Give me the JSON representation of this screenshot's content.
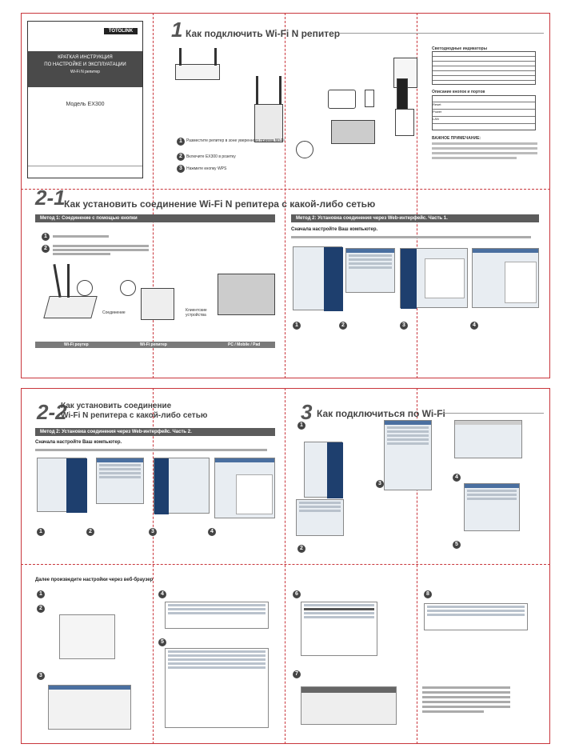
{
  "cover": {
    "logo": "TOTOLINK",
    "title_line1": "КРАТКАЯ ИНСТРУКЦИЯ",
    "title_line2": "ПО НАСТРОЙКЕ И ЭКСПЛУАТАЦИИ",
    "subtitle": "Wi-Fi N репитер",
    "model": "Модель EX300"
  },
  "section1": {
    "number": "1",
    "title": "Как подключить Wi-Fi N репитер",
    "steps": [
      {
        "n": "1",
        "text": "Разместите репитер в зоне уверенного приема Wi-Fi"
      },
      {
        "n": "2",
        "text": "Включите EX300 в розетку"
      },
      {
        "n": "3",
        "text": "Нажмите кнопку WPS"
      }
    ],
    "table1_title": "Светодиодные индикаторы",
    "table2_title": "Описание кнопок и портов",
    "table2_rows": [
      "Reset",
      "Power",
      "LAN"
    ],
    "note_title": "ВАЖНОЕ ПРИМЕЧАНИЕ:"
  },
  "section2_1": {
    "number": "2-1",
    "title": "Как установить соединение Wi-Fi N репитера с какой-либо сетью",
    "method1_bar": "Метод 1: Соединение с помощью кнопки",
    "method2_bar": "Метод 2: Установка соединения через Web-интерфейс. Часть 1.",
    "method2_head": "Сначала настройте Ваш компьютер.",
    "labels": {
      "router": "Wi-Fi роутер",
      "repeater": "Wi-Fi репитер",
      "pc": "PC / Mobile / Pad",
      "pairing": "Соединение",
      "devices": "Клиентские устройства"
    }
  },
  "section2_2": {
    "number": "2-2",
    "title_line1": "Как установить соединение",
    "title_line2": "Wi-Fi N репитера с какой-либо сетью",
    "method_bar": "Метод 2: Установка соединения через Web-интерфейс. Часть 2.",
    "head": "Сначала настройте Ваш компьютер."
  },
  "section3": {
    "number": "3",
    "title": "Как подключиться по Wi-Fi"
  },
  "bottom": {
    "title": "Далее произведите настройки через веб-браузер"
  }
}
